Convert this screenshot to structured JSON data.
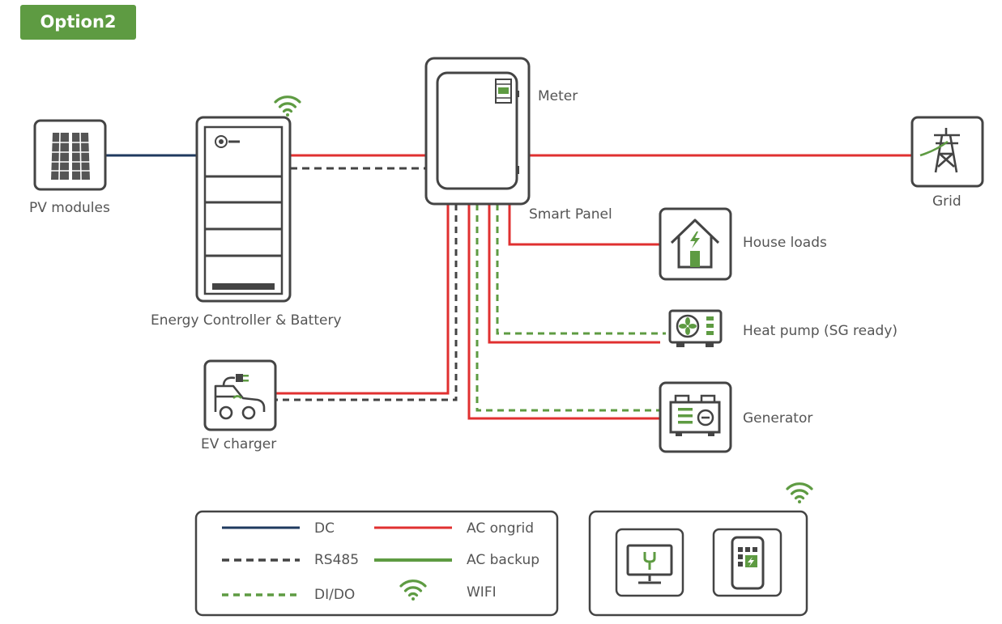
{
  "option_label": "Option2",
  "components": {
    "pv": "PV modules",
    "controller": "Energy Controller & Battery",
    "meter": "Meter",
    "smart_panel": "Smart Panel",
    "grid": "Grid",
    "house": "House loads",
    "heat_pump": "Heat pump (SG ready)",
    "generator": "Generator",
    "ev": "EV charger"
  },
  "legend": {
    "dc": "DC",
    "rs485": "RS485",
    "dido": "DI/DO",
    "ac_ongrid": "AC ongrid",
    "ac_backup": "AC backup",
    "wifi": "WIFI"
  },
  "colors": {
    "dc": "#1f3a5f",
    "ac_ongrid": "#e03030",
    "ac_backup": "#5e9b42",
    "rs485": "#444444",
    "dido": "#5e9b42",
    "outline": "#444444",
    "accent": "#5e9b42"
  }
}
